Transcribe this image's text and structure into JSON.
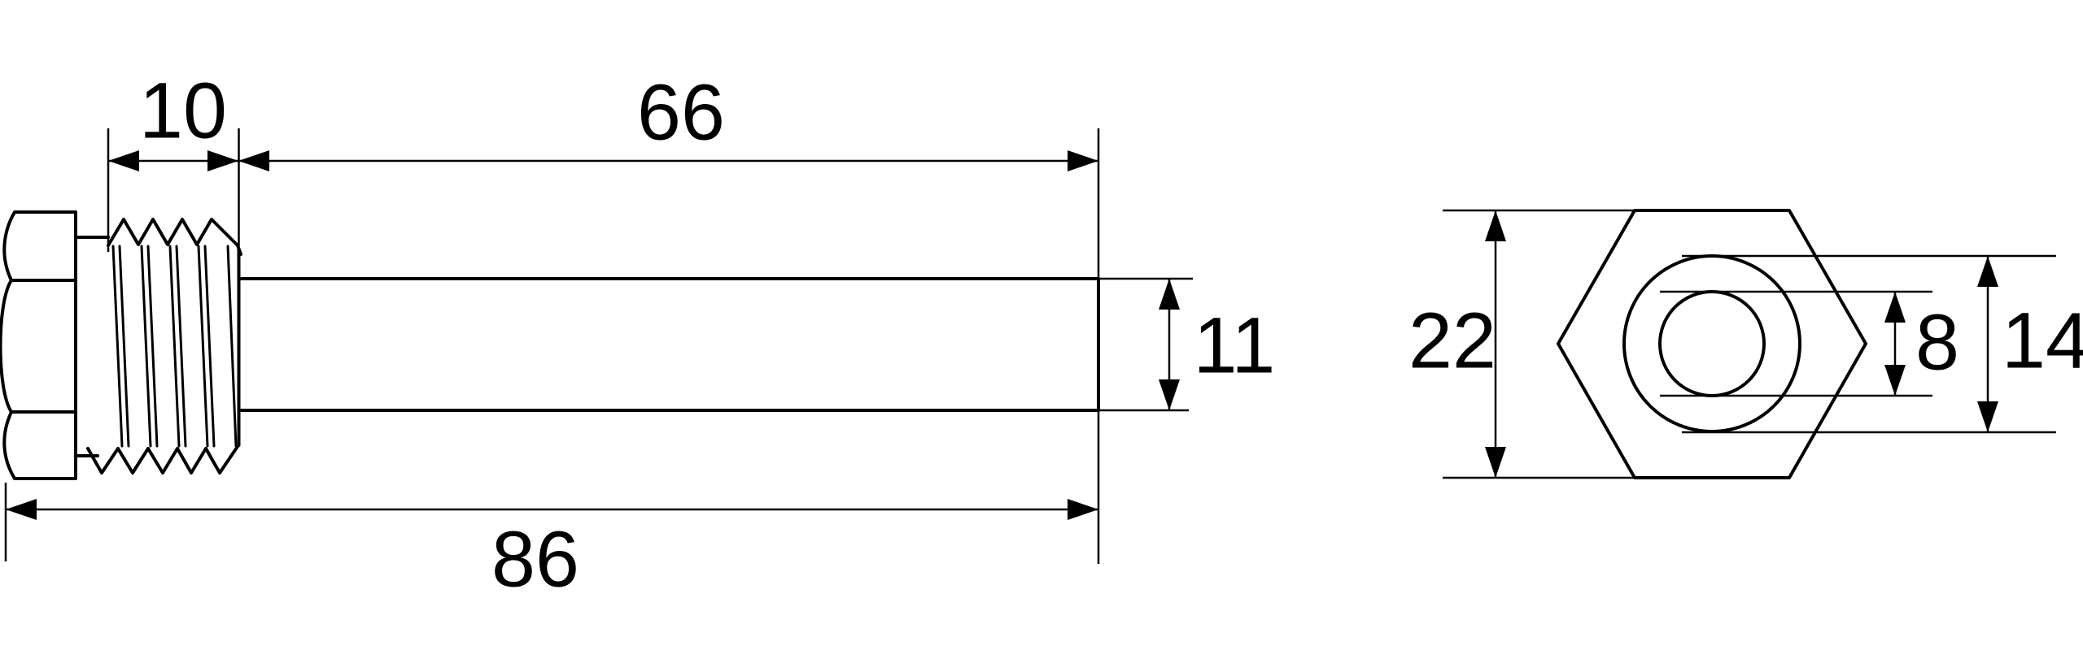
{
  "drawing": {
    "type": "technical-drawing",
    "background_color": "#ffffff",
    "line_color": "#000000",
    "views": {
      "side_view": {
        "dimensions": {
          "thread_length": "10",
          "shaft_length": "66",
          "shaft_diameter": "11",
          "overall_length": "86"
        }
      },
      "end_view": {
        "dimensions": {
          "hex_across_flats": "22",
          "core_diameter": "8",
          "boss_diameter": "14"
        }
      }
    }
  }
}
